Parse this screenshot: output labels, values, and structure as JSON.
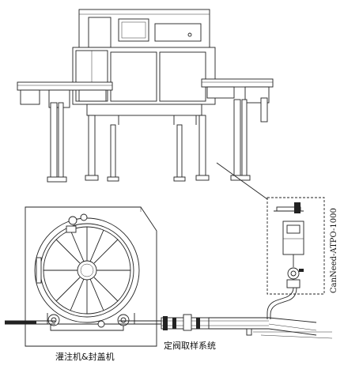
{
  "labels": {
    "filler_capper": "灌注机&封盖机",
    "valve_sampling": "定阀取样系统",
    "device_model": "CanNeed-ATPO-1000"
  },
  "colors": {
    "line": "#222222",
    "background": "#ffffff"
  }
}
